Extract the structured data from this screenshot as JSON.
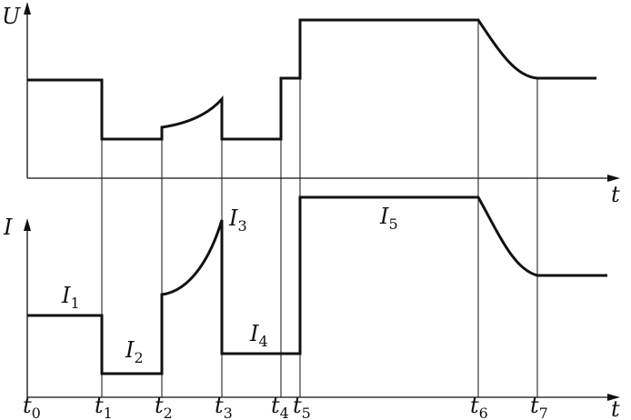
{
  "upper": {
    "y_axis_label": "U",
    "t_axis_label": "t"
  },
  "lower": {
    "y_axis_label": "I",
    "t_axis_label": "t"
  },
  "time_markers": [
    {
      "base": "t",
      "sub": "0"
    },
    {
      "base": "t",
      "sub": "1"
    },
    {
      "base": "t",
      "sub": "2"
    },
    {
      "base": "t",
      "sub": "3"
    },
    {
      "base": "t",
      "sub": "4"
    },
    {
      "base": "t",
      "sub": "5"
    },
    {
      "base": "t",
      "sub": "6"
    },
    {
      "base": "t",
      "sub": "7"
    }
  ],
  "current_labels": [
    {
      "base": "I",
      "sub": "1"
    },
    {
      "base": "I",
      "sub": "2"
    },
    {
      "base": "I",
      "sub": "3"
    },
    {
      "base": "I",
      "sub": "4"
    },
    {
      "base": "I",
      "sub": "5"
    }
  ]
}
